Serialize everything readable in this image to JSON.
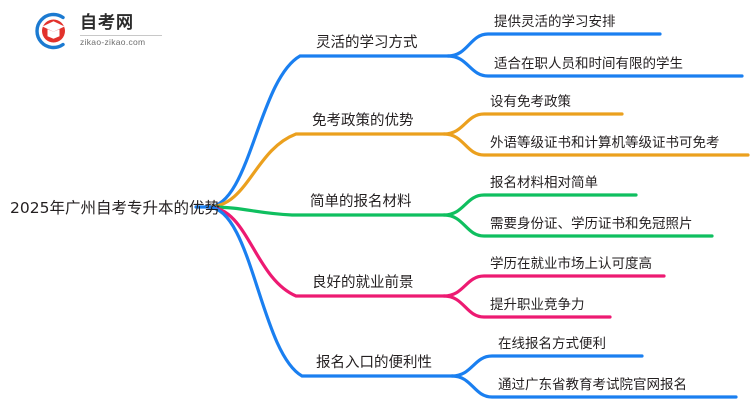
{
  "logo": {
    "icon": "zikao-logo-icon",
    "title": "自考网",
    "url": "zikao-zikao.com"
  },
  "mindmap": {
    "root": {
      "label": "2025年广州自考专升本的优势"
    },
    "branches": [
      {
        "label": "灵活的学习方式",
        "color": "#1a7ff0",
        "children": [
          {
            "label": "提供灵活的学习安排"
          },
          {
            "label": "适合在职人员和时间有限的学生"
          }
        ]
      },
      {
        "label": "免考政策的优势",
        "color": "#eba01e",
        "children": [
          {
            "label": "设有免考政策"
          },
          {
            "label": "外语等级证书和计算机等级证书可免考"
          }
        ]
      },
      {
        "label": "简单的报名材料",
        "color": "#0fbf5f",
        "children": [
          {
            "label": "报名材料相对简单"
          },
          {
            "label": "需要身份证、学历证书和免冠照片"
          }
        ]
      },
      {
        "label": "良好的就业前景",
        "color": "#ed1a72",
        "children": [
          {
            "label": "学历在就业市场上认可度高"
          },
          {
            "label": "提升职业竞争力"
          }
        ]
      },
      {
        "label": "报名入口的便利性",
        "color": "#1a7ff0",
        "children": [
          {
            "label": "在线报名方式便利"
          },
          {
            "label": "通过广东省教育考试院官网报名"
          }
        ]
      }
    ]
  }
}
